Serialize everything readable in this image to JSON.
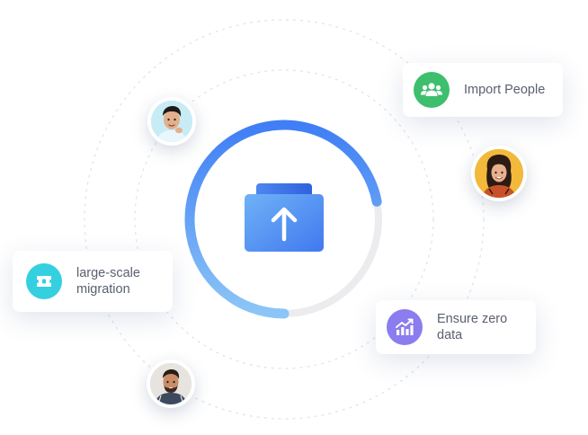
{
  "cards": {
    "import_people": {
      "label": "Import People",
      "icon": "people-group-icon",
      "color": "#3dbf6e"
    },
    "migration": {
      "label_line1": "large-scale",
      "label_line2": "migration",
      "icon": "ticket-icon",
      "color": "#34d0e0"
    },
    "ensure": {
      "label_line1": "Ensure zero",
      "label_line2": "data",
      "icon": "trending-chart-icon",
      "color": "#8b7cf0"
    }
  },
  "progress": {
    "fraction": 0.72,
    "color_start": "#3f7ef5",
    "color_end": "#8cc6f7"
  },
  "center_icon": "upload-folder-icon",
  "avatars": [
    "person-avatar-1",
    "person-avatar-2",
    "person-avatar-3"
  ]
}
